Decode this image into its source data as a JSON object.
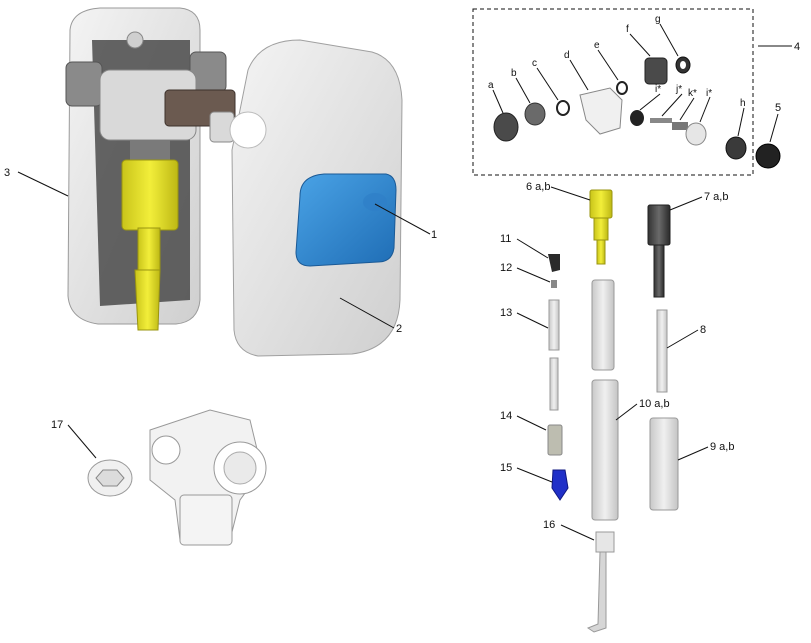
{
  "callouts": {
    "n1": "1",
    "n2": "2",
    "n3": "3",
    "n4": "4",
    "n5": "5",
    "n6": "6 a,b",
    "n7": "7 a,b",
    "n8": "8",
    "n9": "9 a,b",
    "n10": "10 a,b",
    "n11": "11",
    "n12": "12",
    "n13": "13",
    "n14": "14",
    "n15": "15",
    "n16": "16",
    "n17": "17"
  },
  "kit_letters": {
    "a": "a",
    "b": "b",
    "c": "c",
    "d": "d",
    "e": "e",
    "f": "f",
    "g": "g",
    "h": "h",
    "i1": "i*",
    "j": "j*",
    "k": "k*",
    "i2": "i*"
  },
  "colors": {
    "yellow": "#e6e21f",
    "blue": "#2e86d4",
    "cover_grey": "#e6e6e6",
    "dark_part": "#4a4a4a",
    "clear_tube": "#dcdcdc"
  }
}
